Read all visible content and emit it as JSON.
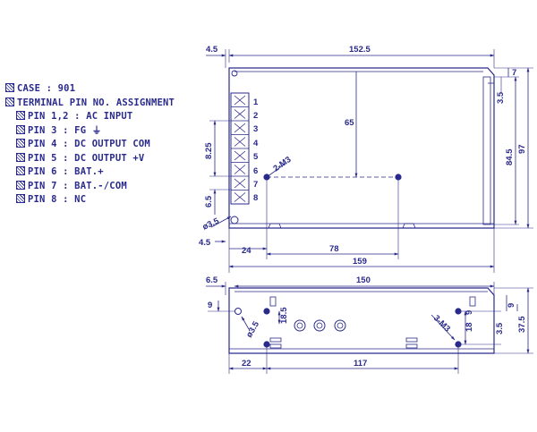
{
  "legend": {
    "case_line": "CASE : 901",
    "terminal_title": "TERMINAL PIN NO. ASSIGNMENT",
    "pins": [
      {
        "label": "PIN 1,2 : AC INPUT"
      },
      {
        "label": "PIN  3 : FG ⏚"
      },
      {
        "label": "PIN  4 : DC OUTPUT COM"
      },
      {
        "label": "PIN  5 : DC OUTPUT +V"
      },
      {
        "label": "PIN  6 : BAT.+"
      },
      {
        "label": "PIN  7 : BAT.-/COM"
      },
      {
        "label": "PIN  8 : NC"
      }
    ]
  },
  "top_view": {
    "dim_left_offset": "4.5",
    "dim_total_width": "152.5",
    "dim_inner_height": "65",
    "dim_right_top": "7",
    "dim_right_small": "3.5",
    "dim_inner_depth": "84.5",
    "dim_total_height": "97",
    "dim_terminal_pitch": "8.25",
    "dim_terminal_bottom": "6.5",
    "dim_hole_dia": "ø3.5",
    "dim_bottom_offset": "4.5",
    "dim_24": "24",
    "dim_78": "78",
    "dim_159": "159",
    "screw_label": "2-M3",
    "terminal_numbers": [
      "1",
      "2",
      "3",
      "4",
      "5",
      "6",
      "7",
      "8"
    ]
  },
  "side_view": {
    "dim_left": "6.5",
    "dim_width": "150",
    "dim_9_left": "9",
    "dim_18_5": "18.5",
    "dim_hole_dia": "ø3.5",
    "screw_label": "3-M3",
    "dim_9_right": "9",
    "dim_18": "18",
    "dim_3_5_right": "3.5",
    "dim_9_far": "9",
    "dim_37_5": "37.5",
    "dim_22": "22",
    "dim_117": "117"
  }
}
